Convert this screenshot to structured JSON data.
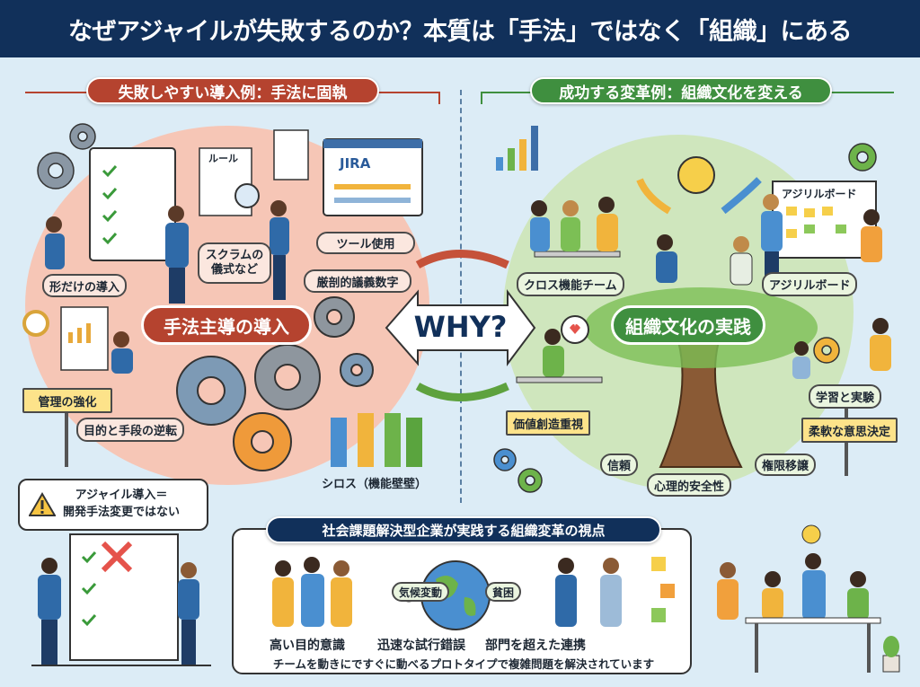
{
  "header": {
    "title": "なぜアジャイルが失敗するのか？本質は「手法」ではなく「組織」にある"
  },
  "left": {
    "section_title": "失敗しやすい導入例：手法に固執",
    "center_label": "手法主導の導入",
    "rule_doc": "ルール",
    "tool_window": "JIRA",
    "labels": [
      "形だけの導入",
      "スクラムの儀式など",
      "ツール使用",
      "厳剖的議義数字",
      "管理の強化",
      "目的と手段の逆転",
      "シロス（機能壁壁）"
    ]
  },
  "center": {
    "why": "WHY?"
  },
  "right": {
    "section_title": "成功する変革例：組織文化を変える",
    "center_label": "組織文化の実践",
    "board_title": "アジリルボード",
    "labels": [
      "クロス機能チーム",
      "アジリルボード",
      "学習と実験",
      "価値創造重視",
      "柔軟な意思決定",
      "信頼",
      "権限移譲",
      "心理的安全性"
    ]
  },
  "warning": {
    "line1": "アジャイル導入＝",
    "line2": "開発手法変更ではない"
  },
  "bottom": {
    "title": "社会課題解決型企業が実践する組織変革の視点",
    "items": [
      "高い目的意識",
      "迅速な試行錯誤",
      "部門を超えた連携"
    ],
    "tags": [
      "気候変動",
      "貧困"
    ],
    "caption": "チームを動きにですぐに動べるプロトタイプで複雑問題を解決されています"
  },
  "colors": {
    "header": "#11305a",
    "red": "#b5432f",
    "green": "#3f8f3f",
    "pink": "#f6c9bb",
    "lightgreen": "#cfe6bd"
  }
}
